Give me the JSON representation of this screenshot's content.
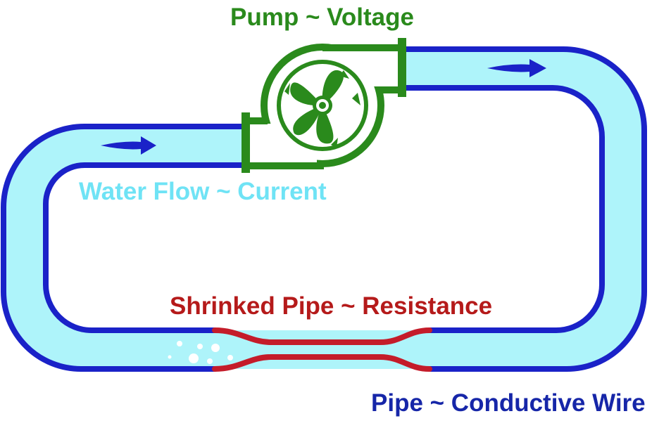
{
  "labels": {
    "pump": "Pump ~ Voltage",
    "flow": "Water Flow ~ Current",
    "resistance": "Shrinked Pipe ~ Resistance",
    "wire": "Pipe ~ Conductive Wire"
  },
  "colors": {
    "pipe_wall": "#1a22c8",
    "water": "#aef4fa",
    "pump": "#2a8a1c",
    "pump_fill": "#ffffff",
    "resistance": "#c41c2a",
    "flow_label": "#6fe3f5",
    "arrow": "#1a22c8"
  },
  "icons": {
    "pump": "pump-icon",
    "fan": "fan-icon",
    "arrow": "flow-arrow-icon",
    "bubbles": "bubbles-icon"
  }
}
